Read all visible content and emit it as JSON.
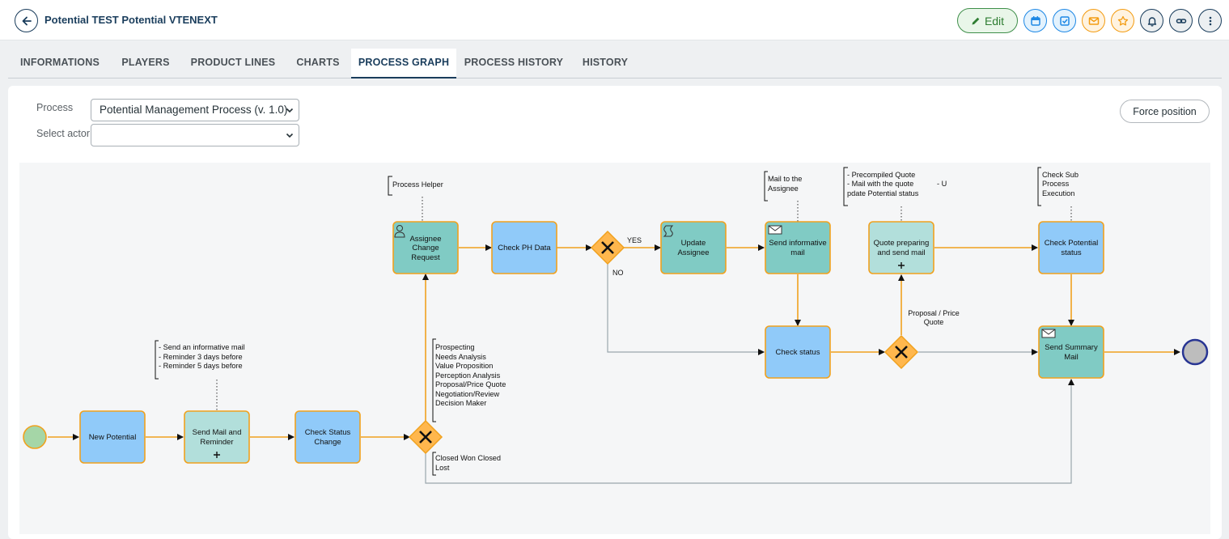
{
  "header": {
    "title": "Potential TEST Potential VTENEXT",
    "edit_label": "Edit"
  },
  "header_icons": [
    "back-arrow-icon",
    "calendar-icon",
    "task-check-icon",
    "mail-icon",
    "star-icon",
    "bell-icon",
    "link-icon",
    "more-vertical-icon"
  ],
  "colors": {
    "primary": "#1a3d5c",
    "flow_orange": "#f0a11e",
    "flow_gray": "#9aa7ad",
    "task_blue": "#90caf9",
    "task_teal": "#80cbc4",
    "task_light_teal": "#b2dfdb",
    "gateway": "#ffb74d",
    "start_event": "#a5d6a7",
    "end_event": "#bdbdbd"
  },
  "tabs": [
    {
      "label": "INFORMATIONS",
      "active": false
    },
    {
      "label": "PLAYERS",
      "active": false
    },
    {
      "label": "PRODUCT LINES",
      "active": false
    },
    {
      "label": "CHARTS",
      "active": false
    },
    {
      "label": "PROCESS GRAPH",
      "active": true
    },
    {
      "label": "PROCESS HISTORY",
      "active": false
    },
    {
      "label": "HISTORY",
      "active": false
    }
  ],
  "form": {
    "process_label": "Process",
    "process_value": "Potential Management Process (v. 1.0)",
    "actor_label": "Select actor",
    "actor_value": "",
    "force_position_label": "Force position"
  },
  "diagram": {
    "tasks": {
      "new_potential": [
        "New Potential"
      ],
      "send_mail_reminder": [
        "Send Mail and",
        "Reminder"
      ],
      "check_status_change": [
        "Check Status",
        "Change"
      ],
      "assignee_change_request": [
        "Assignee",
        "Change",
        "Request"
      ],
      "check_ph_data": [
        "Check PH Data"
      ],
      "update_assignee": [
        "Update",
        "Assignee"
      ],
      "send_informative_mail": [
        "Send informative",
        "mail"
      ],
      "check_status": [
        "Check status"
      ],
      "quote_preparing": [
        "Quote preparing",
        "and send mail"
      ],
      "check_potential_status": [
        "Check Potential",
        "status"
      ],
      "send_summary_mail": [
        "Send Summary",
        "Mail"
      ]
    },
    "annotations": {
      "send_mail_note": [
        "- Send an informative mail",
        "- Reminder 3 days before",
        "- Reminder 5 days before"
      ],
      "process_helper": [
        "Process Helper"
      ],
      "mail_to_assignee": [
        "Mail to the",
        "Assignee"
      ],
      "quote_note": [
        "- Precompiled Quote",
        "- Mail with the quote",
        "pdate Potential status"
      ],
      "quote_note_extra": "- U",
      "check_sub_process": [
        "Check Sub",
        "Process",
        "Execution"
      ],
      "status_list": [
        "Prospecting",
        "Needs Analysis",
        "Value Proposition",
        "Perception Analysis",
        "Proposal/Price Quote",
        "Negotiation/Review",
        "Decision Maker"
      ],
      "closed_list": [
        "Closed Won Closed",
        "Lost"
      ]
    },
    "flow_labels": {
      "yes": "YES",
      "no": "NO",
      "proposal": [
        "Proposal / Price",
        "Quote"
      ]
    }
  }
}
